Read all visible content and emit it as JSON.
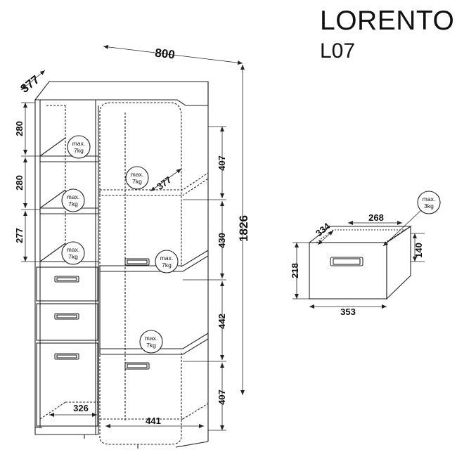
{
  "header": {
    "model_name": "LORENTO",
    "model_code": "L07"
  },
  "dimensions": {
    "width": "800",
    "depth": "377",
    "height": "1826",
    "shelf_heights_left": [
      "280",
      "280",
      "277"
    ],
    "shelf_heights_right": [
      "407",
      "430",
      "442",
      "407"
    ],
    "inner_depth": "377",
    "inner_width_left": "326",
    "inner_width_right": "441"
  },
  "load_badges": [
    {
      "line1": "max.",
      "line2": "7kg"
    },
    {
      "line1": "max.",
      "line2": "7kg"
    },
    {
      "line1": "max.",
      "line2": "7kg"
    },
    {
      "line1": "max.",
      "line2": "7kg"
    },
    {
      "line1": "max.",
      "line2": "7kg"
    },
    {
      "line1": "max.",
      "line2": "7kg"
    }
  ],
  "drawer_detail": {
    "inner_width": "268",
    "inner_depth": "334",
    "front_width": "353",
    "front_height": "218",
    "inner_height": "140",
    "load": {
      "line1": "max.",
      "line2": "3kg"
    }
  }
}
